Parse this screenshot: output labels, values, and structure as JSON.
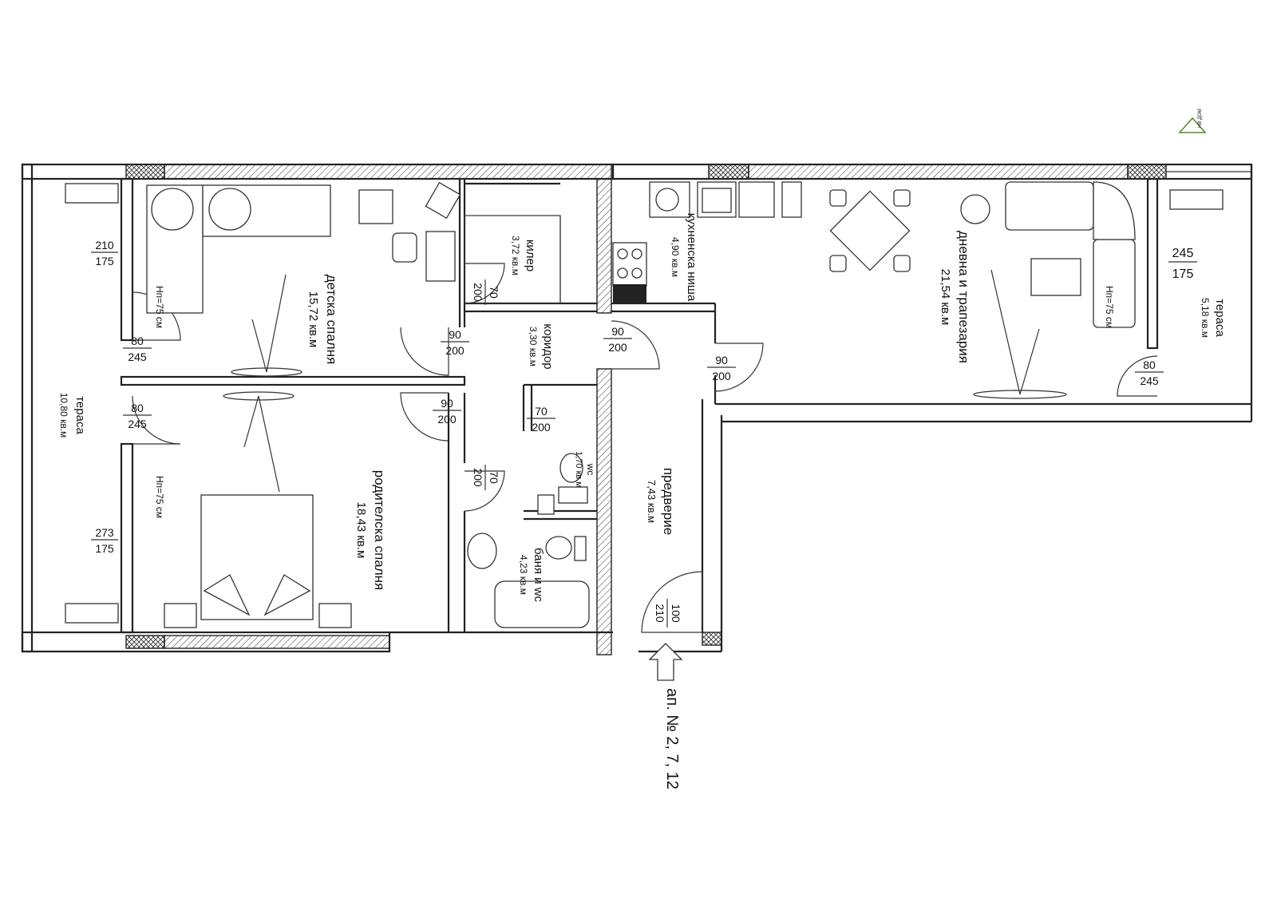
{
  "logo": {
    "text": "НВ ДОМ",
    "color": "#5a8a2a"
  },
  "apartment_label": "ап. № 2, 7, 12",
  "rooms": {
    "terrace_left": {
      "name": "тераса",
      "area": "10,80 кв.м"
    },
    "kids_bedroom": {
      "name": "детска спалня",
      "area": "15,72 кв.м"
    },
    "parents_bedroom": {
      "name": "родителска спалня",
      "area": "18,43 кв.м"
    },
    "pantry": {
      "name": "килер",
      "area": "3,72 кв.м"
    },
    "corridor": {
      "name": "коридор",
      "area": "3,30 кв.м"
    },
    "wc": {
      "name": "wc",
      "area": "1,70 кв.м"
    },
    "bathroom": {
      "name": "баня и wc",
      "area": "4,23 кв.м"
    },
    "kitchen": {
      "name": "кухненска ниша",
      "area": "4,90 кв.м"
    },
    "living": {
      "name": "дневна и трапезария",
      "area": "21,54 кв.м"
    },
    "hall": {
      "name": "предверие",
      "area": "7,43 кв.м"
    },
    "terrace_right": {
      "name": "тераса",
      "area": "5,18 кв.м"
    }
  },
  "windows": {
    "w_kids": {
      "w": "210",
      "h": "175"
    },
    "w_parents": {
      "w": "273",
      "h": "175"
    },
    "w_living": {
      "w": "245",
      "h": "175"
    }
  },
  "doors": {
    "d_terr_kids": {
      "w": "80",
      "h": "245"
    },
    "d_terr_parents": {
      "w": "80",
      "h": "245"
    },
    "d_terr_living": {
      "w": "80",
      "h": "245"
    },
    "d_kids": {
      "w": "90",
      "h": "200"
    },
    "d_parents": {
      "w": "90",
      "h": "200"
    },
    "d_pantry": {
      "w": "70",
      "h": "200"
    },
    "d_corr": {
      "w": "90",
      "h": "200"
    },
    "d_living": {
      "w": "90",
      "h": "200"
    },
    "d_wc": {
      "w": "70",
      "h": "200"
    },
    "d_bath": {
      "w": "70",
      "h": "200"
    },
    "d_entry": {
      "w": "100",
      "h": "210"
    }
  },
  "sill_notes": {
    "kids": "Нп=75 см",
    "parents": "Нп=75 см",
    "living": "Нп=75 см"
  }
}
